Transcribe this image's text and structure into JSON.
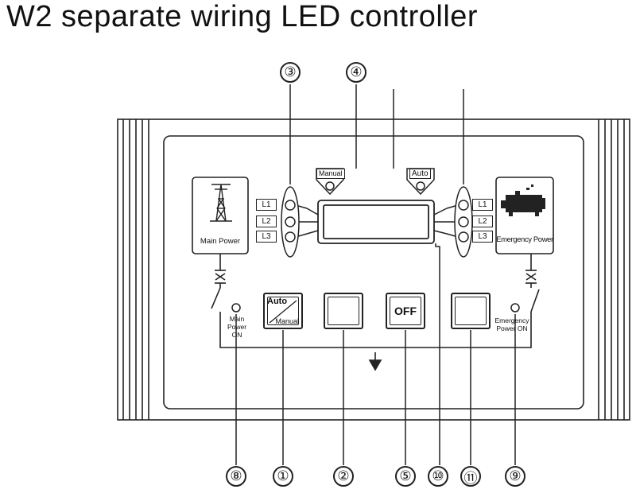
{
  "title": "W2 separate wiring LED controller",
  "indicators": {
    "manual": "Manual",
    "auto": "Auto"
  },
  "phases_left": [
    "L1",
    "L2",
    "L3"
  ],
  "phases_right": [
    "L1",
    "L2",
    "L3"
  ],
  "main_power_label": "Main Power",
  "emergency_power_label": "Emergency Power",
  "main_power_on_label": [
    "Main",
    "Power ON"
  ],
  "emergency_power_on_label": [
    "Emergency",
    "Power ON"
  ],
  "buttons": {
    "auto_label": "Auto",
    "manual_label": "Manual",
    "off_label": "OFF"
  },
  "callouts_top": [
    "③",
    "④"
  ],
  "callouts_bottom": [
    "⑧",
    "①",
    "②",
    "⑤",
    "⑩",
    "⑪",
    "⑨"
  ]
}
